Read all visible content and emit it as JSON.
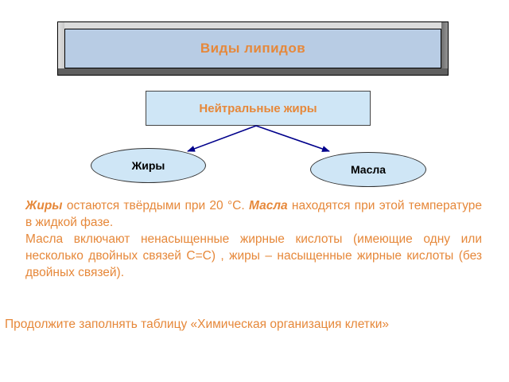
{
  "title": "Виды липидов",
  "neutral_fats": "Нейтральные жиры",
  "branch_fats": "Жиры",
  "branch_oils": "Масла",
  "paragraph1": {
    "term1": "Жиры",
    "text1": " остаются твёрдыми при 20 °С. ",
    "term2": "Масла",
    "text2": " находятся при этой температуре в жидкой фазе."
  },
  "paragraph2": "Масла включают ненасыщенные жирные кислоты (имеющие одну или несколько двойных связей С=С) , жиры – насыщенные жирные кислоты (без двойных связей).",
  "task": "Продолжите заполнять таблицу «Химическая организация клетки»",
  "colors": {
    "accent_text": "#e6883a",
    "box_fill": "#cfe6f6",
    "title_fill": "#b8cce4",
    "arrow": "#00008b"
  }
}
